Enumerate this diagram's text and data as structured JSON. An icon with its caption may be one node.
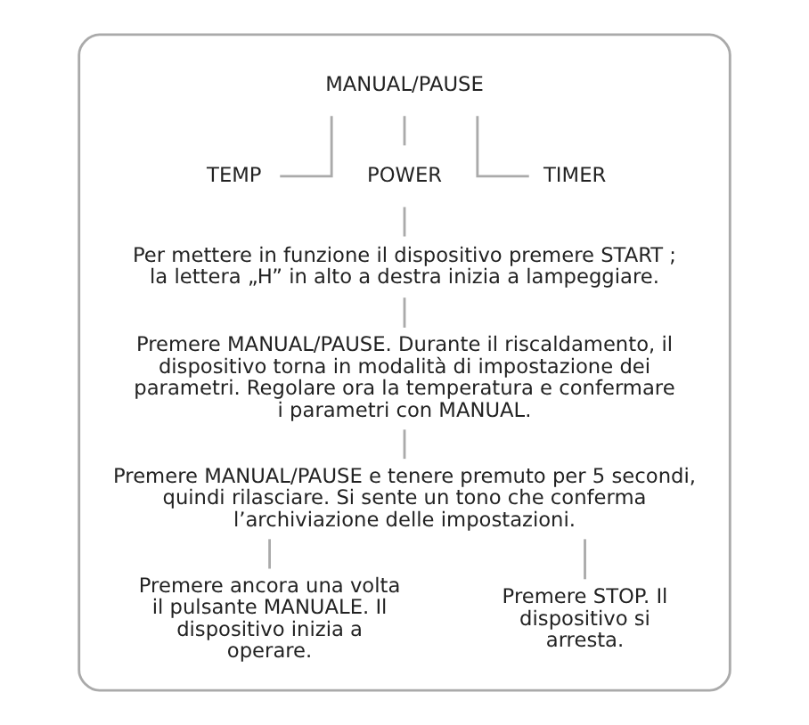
{
  "diagram": {
    "nodes": [
      {
        "text": [],
        "shape": "box"
      },
      {
        "text": [
          "MANUAL/PAUSE"
        ],
        "in": 0
      },
      {
        "text": [
          "TEMP"
        ],
        "in": 0
      },
      {
        "text": [
          "POWER"
        ],
        "in": 0
      },
      {
        "text": [
          "TIMER"
        ],
        "in": 0
      },
      {
        "text": [
          "Per mettere in funzione il dispositivo premere START ; la lettera „H” in alto a destra inizia a lampeggiare."
        ],
        "in": 0
      },
      {
        "text": [
          "Premere MANUAL/PAUSE. Durante il riscaldamento, il dispositivo torna in modalità di impostazione dei parametri. Regolare ora la temperatura e confermare i parametri con MANUAL."
        ],
        "in": 0
      },
      {
        "text": [
          "Premere MANUAL/PAUSE e tenere premuto per 5 secondi, quindi rilasciare. Si sente un tono che conferma l’archiviazione delle impostazioni."
        ],
        "in": 0
      },
      {
        "text": [
          "Premere ancora una volta il pulsante MANUALE. Il dispositivo inizia a operare."
        ],
        "in": 0
      },
      {
        "text": [
          "Premere STOP. Il dispositivo si arresta."
        ],
        "in": 0
      }
    ],
    "edges": [
      {
        "from": 1,
        "to": 2,
        "arrow": "none"
      },
      {
        "from": 1,
        "to": 3,
        "arrow": "none"
      },
      {
        "from": 1,
        "to": 4,
        "arrow": "none"
      },
      {
        "from": 3,
        "to": 5,
        "arrow": "none"
      },
      {
        "from": 5,
        "to": 6,
        "arrow": "none"
      },
      {
        "from": 6,
        "to": 7,
        "arrow": "none"
      },
      {
        "from": 7,
        "to": 8,
        "arrow": "none"
      },
      {
        "from": 7,
        "to": 9,
        "arrow": "none"
      }
    ]
  }
}
